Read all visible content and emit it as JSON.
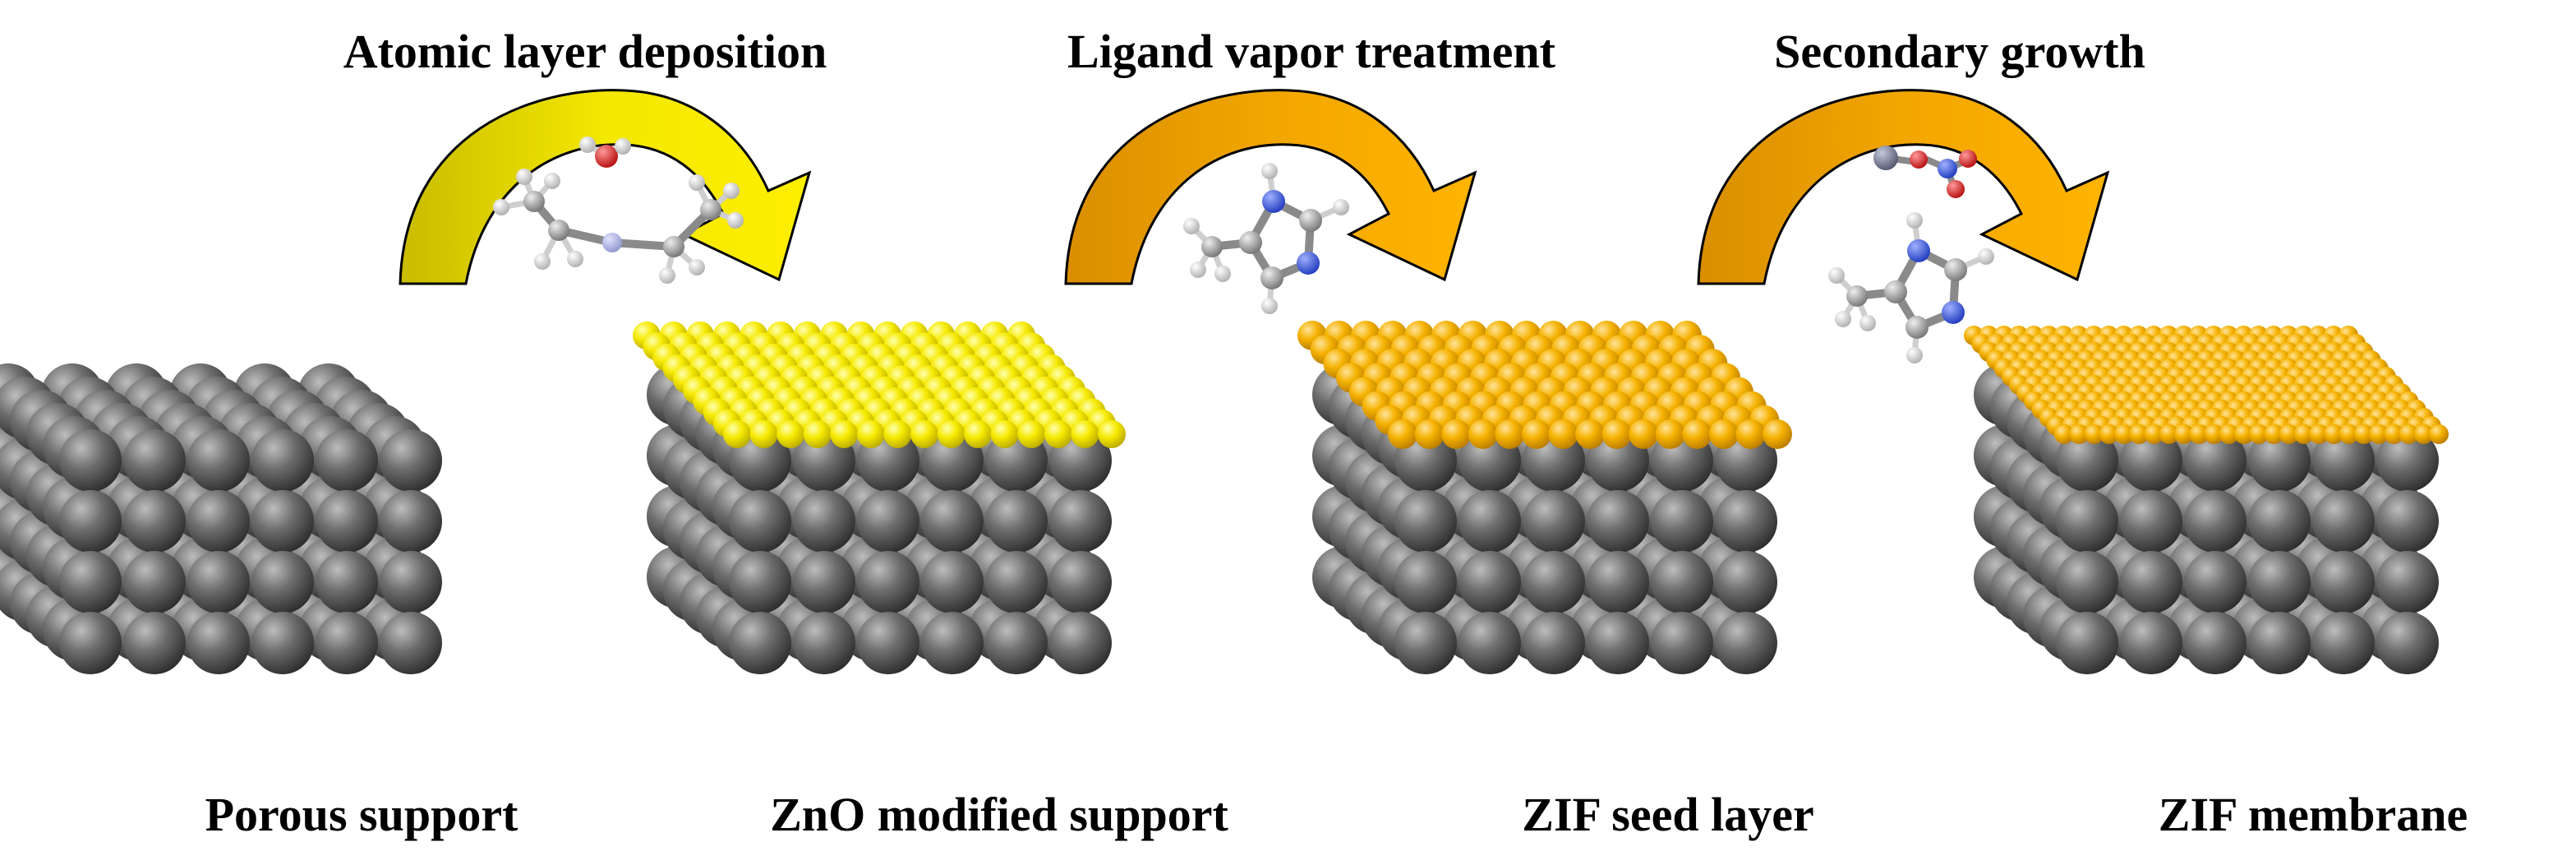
{
  "steps": [
    {
      "label": "Atomic layer deposition",
      "arrow_color": "#e5d500",
      "arrow_edge": "#b9a800"
    },
    {
      "label": "Ligand vapor treatment",
      "arrow_color": "#f2a100",
      "arrow_edge": "#c07a00"
    },
    {
      "label": "Secondary growth",
      "arrow_color": "#f2a100",
      "arrow_edge": "#c07a00"
    }
  ],
  "stages": [
    {
      "label": "Porous support",
      "top_layer": "none"
    },
    {
      "label": "ZnO modified support",
      "top_layer": "zno"
    },
    {
      "label": "ZIF seed layer",
      "top_layer": "zif-seed"
    },
    {
      "label": "ZIF membrane",
      "top_layer": "zif-membrane"
    }
  ],
  "colors": {
    "support_sphere": "#5a5a5a",
    "zno_sphere": "#f2e600",
    "zif_sphere": "#f2b000",
    "atom_carbon": "#8c8c8c",
    "atom_hydrogen": "#e6e6e6",
    "atom_nitrogen": "#2244dd",
    "atom_oxygen": "#e01818",
    "atom_metal": "#6a6e8a"
  }
}
